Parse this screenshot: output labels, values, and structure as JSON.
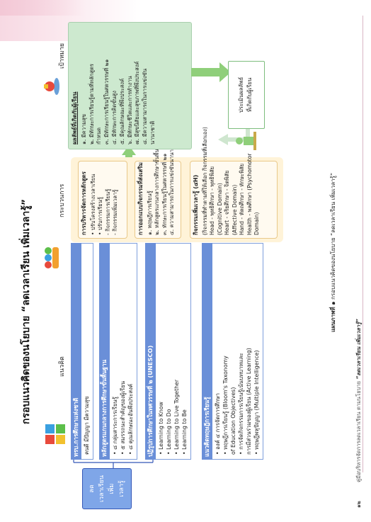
{
  "footer": {
    "page_number": "๑๒",
    "doc_title": "คู่มือบริหารจัดการลดเวลาเรียน ตามนโยบาย",
    "doc_title_emph": "“ลดเวลาเรียน เพิ่มเวลารู้”"
  },
  "title": "กรอบแนวคิดของนโยบาย “ลดเวลาเรียน เพิ่มเวลารู้”",
  "columns": {
    "concept": "แนวคิด",
    "process": "กระบวนการ",
    "goal": "เป้าหมาย"
  },
  "concept_box": [
    "ลด",
    "เวลาเรียน",
    "เพิ่ม",
    "เวลารู้"
  ],
  "ribbons": [
    {
      "head": "ทรบ.การศึกษาแห่งชาติ",
      "items": [
        "คนดี มีปัญญา มีความสุข"
      ]
    },
    {
      "head": "หลักสูตรแกนกลางการศึกษาขั้นพื้นฐาน",
      "items": [
        "• ๘ กลุ่มสาระการเรียนรู้",
        "• ๕ สมรรถนะสำคัญของผู้เรียน",
        "• ๘ คุณลักษณะอันพึงประสงค์"
      ]
    },
    {
      "head": "ปฏิรูปการศึกษาในทศวรรษที่ ๒ (UNESCO)",
      "items": [
        "• Learning to Know",
        "• Learning to Do",
        "• Learning to Live Together",
        "• Learning to Be"
      ]
    },
    {
      "head": "แนวคิดทฤษฎีการเรียนรู้",
      "items": [
        "• องค์ ๔ การจัดการศึกษา",
        "• ทฤษฎีการเรียนรู้ (Bloom's Taxonomy",
        "   of Education Objectives)",
        "• การจัดกิจกรรมการเรียนรู้เน้นบทบาทและ",
        "   การมีส่วนร่วมของผู้เรียน (Active Learning)",
        "• ทฤษฎีพหุปัญญา (Multiple Intelligence)"
      ]
    }
  ],
  "process_cards": [
    {
      "head": "การบริหารจัดการหลักสูตร",
      "items": [
        "• ปรับโครงสร้างเวลาเรียน",
        "• ปรับการเรียนรู้",
        "   - กิจกรรมการเรียนรู้",
        "   - กิจกรรมเพิ่มเวลารู้"
      ]
    },
    {
      "head": "การออกแบบกิจกรรมที่ส่งเสริม",
      "items": [
        "๑. ทฤษฎีการเรียนรู้",
        "๒. หลักสูตรแกนกลางการศึกษาขั้นพื้นฐาน",
        "๓. ทักษะการเรียนรู้ในศตวรรษที่ ๒๑",
        "๔. ความสามารถในการแข่งขันนานาชาติ"
      ]
    },
    {
      "head": "กิจกรรมเพิ่มเวลารู้ (๔H)",
      "items": [
        "(กิจกรรมที่ทำตามที่ให้เลือก  กิจกรรมที่เลือกเอง)",
        "Head   - พุทธิศึกษา  - พุทธิพิสัย",
        "                  (Cognitive Domain)",
        "Heart  - จริยศึกษา  - จิตพิสัย",
        "                  (Affective Domain)",
        "Hand   - หัตถศึกษา  - ทักษะพิสัย",
        "Health - พลศึกษา    (Psychomotor",
        "                   Domain)"
      ]
    }
  ],
  "result": {
    "head": "ผลลัพธ์ที่เกิดกับผู้เรียน",
    "items": [
      "๑. มีความสุข",
      "๒. มีทักษะการเรียนรู้ตามที่หลักสูตร",
      "    กำหนด",
      "๓. มีทักษะการเรียนรู้ในศตวรรษที่ ๒๑",
      "๔. มีทักษะการคิดขั้นสูง",
      "๕. มีคุณลักษณะที่พึงประสงค์",
      "๖. มีทักษะชีวิตและการทำงาน",
      "๗. มีสุขนิสัยและสุขภาพที่พึงประสงค์",
      "๘. มีความสามารถในการแข่งขัน",
      "    นานาชาติ"
    ]
  },
  "feedback": [
    "ประเมินผลลัพธ์",
    "ที่เกิดกับผู้เรียน"
  ],
  "caption": {
    "label": "แผนภาพที่ ๑",
    "text": "กรอบแนวคิดของนโยบาย “ลดเวลาเรียน เพิ่มเวลารู้”"
  }
}
